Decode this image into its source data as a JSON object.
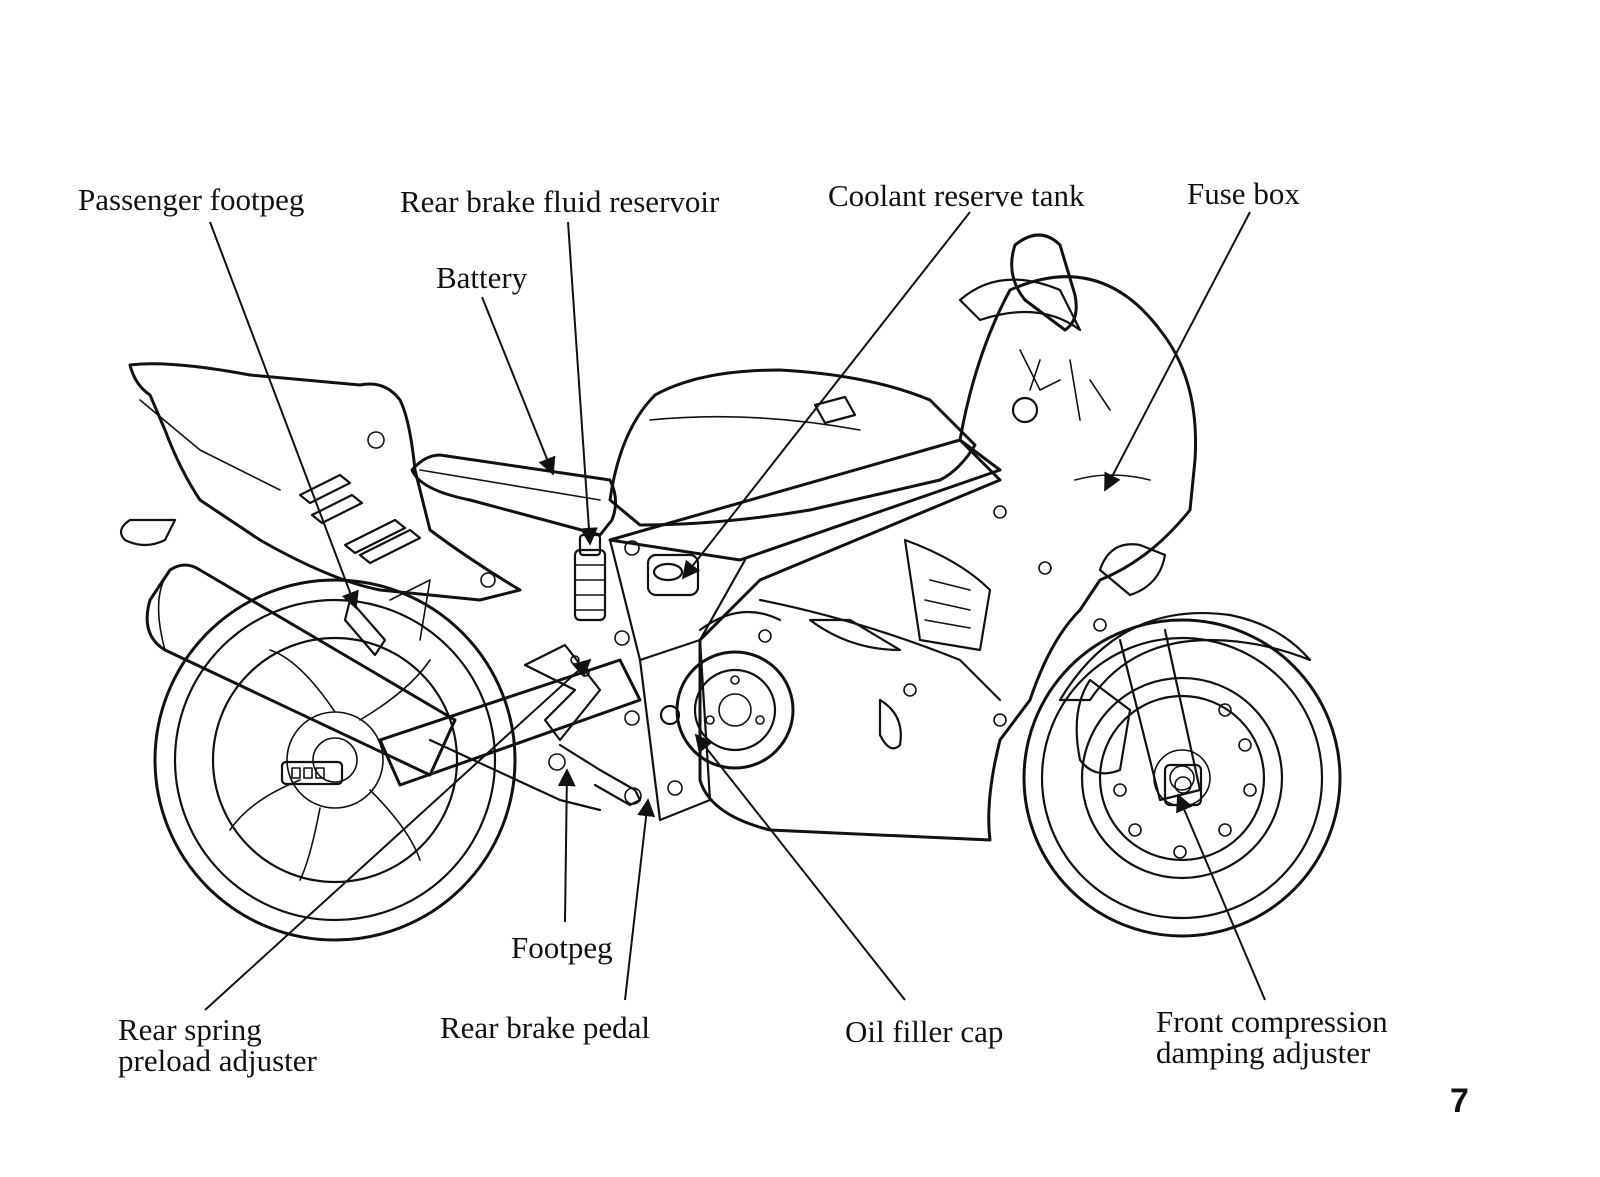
{
  "labels": {
    "passenger_footpeg": "Passenger footpeg",
    "rear_brake_fluid_reservoir": "Rear brake fluid reservoir",
    "coolant_reserve_tank": "Coolant reserve tank",
    "fuse_box": "Fuse box",
    "battery": "Battery",
    "footpeg": "Footpeg",
    "rear_spring_preload_adjuster_line1": "Rear spring",
    "rear_spring_preload_adjuster_line2": "preload adjuster",
    "rear_brake_pedal": "Rear brake pedal",
    "oil_filler_cap": "Oil filler cap",
    "front_compression_damping_adjuster_line1": "Front compression",
    "front_compression_damping_adjuster_line2": "damping adjuster"
  },
  "page_number": "7"
}
